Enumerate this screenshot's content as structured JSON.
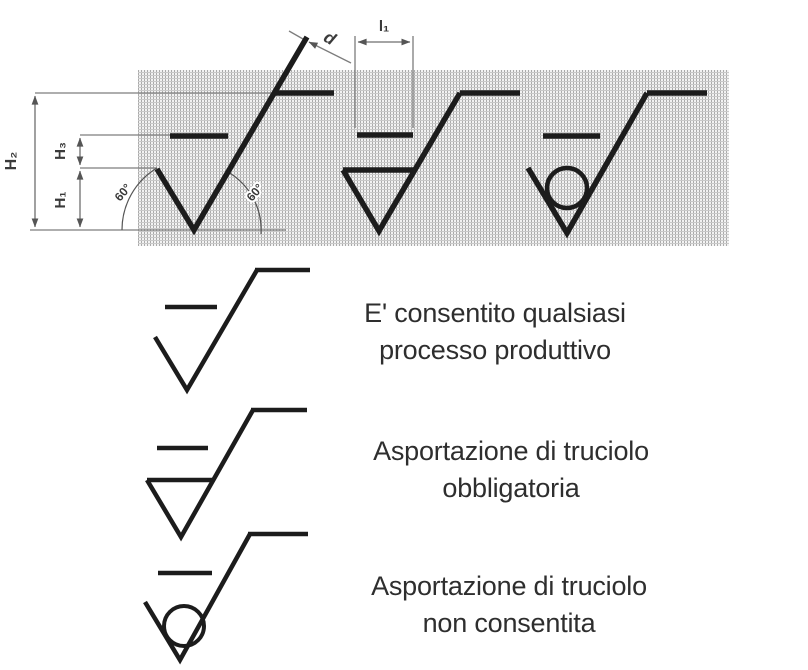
{
  "diagram": {
    "labels": {
      "h2": "H₂",
      "h3": "H₃",
      "h1": "H₁",
      "angle_left": "60°",
      "angle_right": "60°",
      "line_thickness": "d",
      "bar_length": "l₁"
    }
  },
  "legend": {
    "items": [
      {
        "id": "basic-symbol",
        "line1": "E' consentito qualsiasi",
        "line2": "processo produttivo"
      },
      {
        "id": "machining-required-symbol",
        "line1": "Asportazione di truciolo",
        "line2": "obbligatoria"
      },
      {
        "id": "machining-prohibited-symbol",
        "line1": "Asportazione di truciolo",
        "line2": "non consentita"
      }
    ]
  },
  "colors": {
    "symbol_stroke": "#1c1c1c",
    "dimension_stroke": "#7d7d7d",
    "arc_stroke": "#555555",
    "hatch_line": "#ababab",
    "text": "#2e2e2e",
    "background": "#ffffff"
  }
}
